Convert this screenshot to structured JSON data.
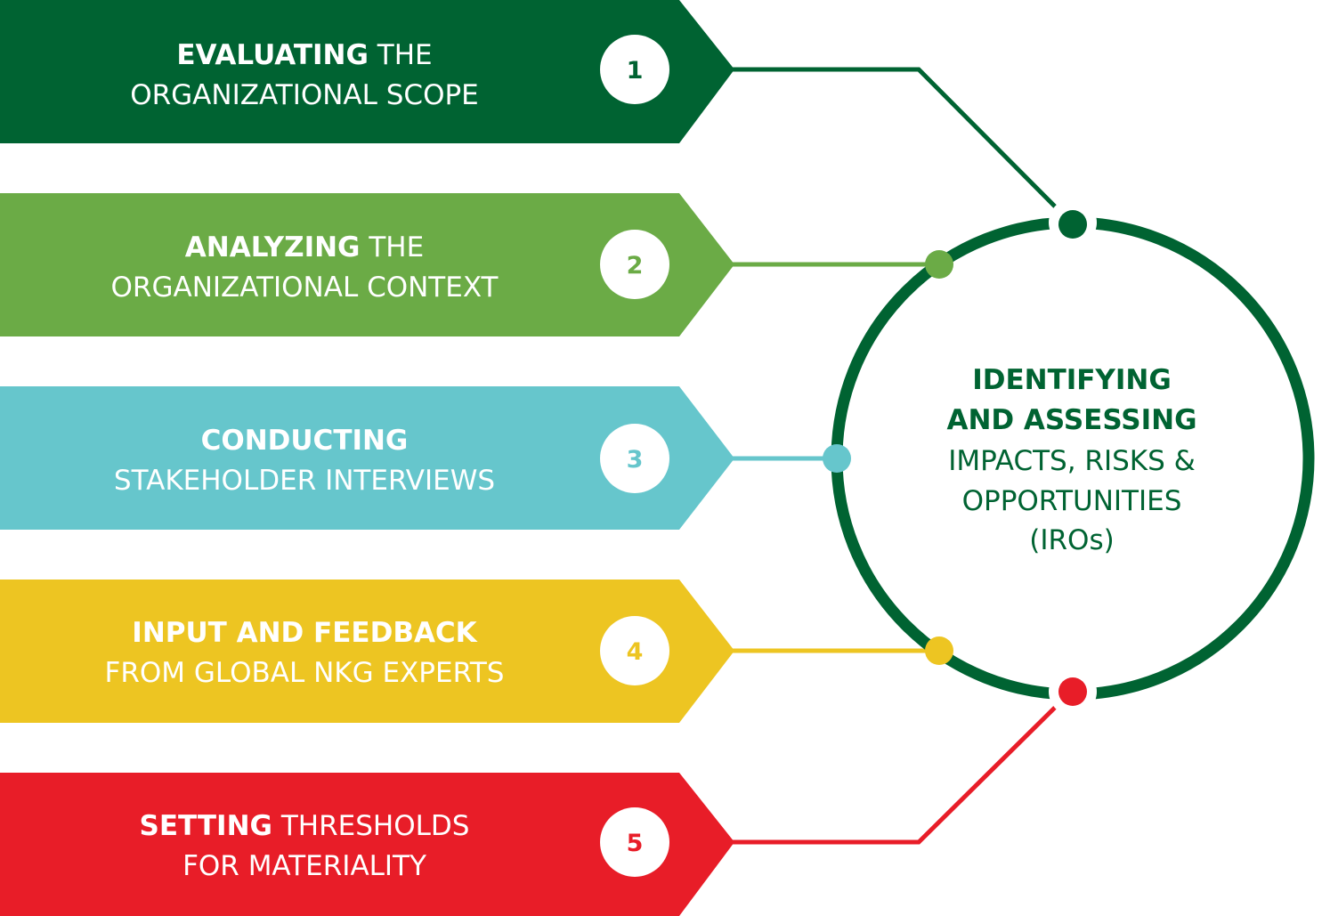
{
  "colors": {
    "dark_green": "#006332",
    "light_green": "#6bab46",
    "teal": "#66c6cc",
    "yellow": "#edc522",
    "red": "#e81d28",
    "white": "#ffffff"
  },
  "steps": [
    {
      "number": "1",
      "bold": "EVALUATING",
      "rest": "THE",
      "line2": "ORGANIZATIONAL SCOPE",
      "color": "#006332"
    },
    {
      "number": "2",
      "bold": "ANALYZING",
      "rest": "THE",
      "line2": "ORGANIZATIONAL CONTEXT",
      "color": "#6bab46"
    },
    {
      "number": "3",
      "bold": "CONDUCTING",
      "rest": "",
      "line2": "STAKEHOLDER INTERVIEWS",
      "color": "#66c6cc"
    },
    {
      "number": "4",
      "bold": "INPUT AND FEEDBACK",
      "rest": "",
      "line2": "FROM GLOBAL NKG EXPERTS",
      "color": "#edc522"
    },
    {
      "number": "5",
      "bold": "SETTING",
      "rest": "THRESHOLDS",
      "line2": "FOR MATERIALITY",
      "color": "#e81d28"
    }
  ],
  "center": {
    "bold_line1": "IDENTIFYING",
    "bold_line2": "AND ASSESSING",
    "line3": "IMPACTS, RISKS &",
    "line4": "OPPORTUNITIES",
    "line5": "(IROs)",
    "color": "#006332"
  }
}
